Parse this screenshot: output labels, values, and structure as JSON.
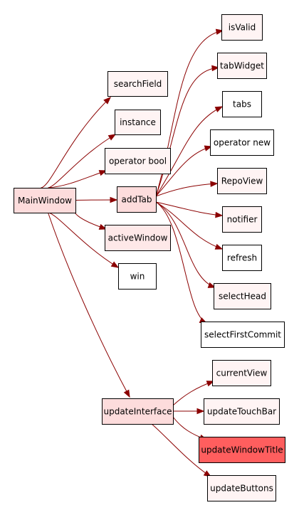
{
  "graph": {
    "edge_color": "#8b0000",
    "node_border_color": "#000000",
    "nodes": [
      {
        "id": "MainWindow",
        "label": "MainWindow",
        "style": "caller"
      },
      {
        "id": "searchField",
        "label": "searchField",
        "style": "light"
      },
      {
        "id": "instance",
        "label": "instance",
        "style": "light"
      },
      {
        "id": "operatorBool",
        "label": "operator bool",
        "style": "light"
      },
      {
        "id": "addTab",
        "label": "addTab",
        "style": "caller"
      },
      {
        "id": "activeWindow",
        "label": "activeWindow",
        "style": "medium"
      },
      {
        "id": "win",
        "label": "win",
        "style": "plain"
      },
      {
        "id": "isValid",
        "label": "isValid",
        "style": "light"
      },
      {
        "id": "tabWidget",
        "label": "tabWidget",
        "style": "light"
      },
      {
        "id": "tabs",
        "label": "tabs",
        "style": "plain"
      },
      {
        "id": "operatorNew",
        "label": "operator new",
        "style": "plain"
      },
      {
        "id": "RepoView",
        "label": "RepoView",
        "style": "light"
      },
      {
        "id": "notifier",
        "label": "notifier",
        "style": "light"
      },
      {
        "id": "refresh",
        "label": "refresh",
        "style": "plain"
      },
      {
        "id": "selectHead",
        "label": "selectHead",
        "style": "light"
      },
      {
        "id": "selectFirstCommit",
        "label": "selectFirstCommit",
        "style": "plain"
      },
      {
        "id": "updateInterface",
        "label": "updateInterface",
        "style": "caller"
      },
      {
        "id": "currentView",
        "label": "currentView",
        "style": "light"
      },
      {
        "id": "updateTouchBar",
        "label": "updateTouchBar",
        "style": "light"
      },
      {
        "id": "updateWindowTitle",
        "label": "updateWindowTitle",
        "style": "focus"
      },
      {
        "id": "updateButtons",
        "label": "updateButtons",
        "style": "light"
      }
    ],
    "edges": [
      {
        "from": "MainWindow",
        "to": "searchField"
      },
      {
        "from": "MainWindow",
        "to": "instance"
      },
      {
        "from": "MainWindow",
        "to": "operatorBool"
      },
      {
        "from": "MainWindow",
        "to": "addTab"
      },
      {
        "from": "MainWindow",
        "to": "activeWindow"
      },
      {
        "from": "MainWindow",
        "to": "win"
      },
      {
        "from": "MainWindow",
        "to": "updateInterface"
      },
      {
        "from": "addTab",
        "to": "isValid"
      },
      {
        "from": "addTab",
        "to": "tabWidget"
      },
      {
        "from": "addTab",
        "to": "tabs"
      },
      {
        "from": "addTab",
        "to": "operatorNew"
      },
      {
        "from": "addTab",
        "to": "RepoView"
      },
      {
        "from": "addTab",
        "to": "notifier"
      },
      {
        "from": "addTab",
        "to": "refresh"
      },
      {
        "from": "addTab",
        "to": "selectHead"
      },
      {
        "from": "addTab",
        "to": "selectFirstCommit"
      },
      {
        "from": "updateInterface",
        "to": "currentView"
      },
      {
        "from": "updateInterface",
        "to": "updateTouchBar"
      },
      {
        "from": "updateInterface",
        "to": "updateWindowTitle"
      },
      {
        "from": "updateInterface",
        "to": "updateButtons"
      }
    ],
    "style_colors": {
      "caller": {
        "fill": "#fddcdc",
        "stroke": "#000000"
      },
      "medium": {
        "fill": "#fee8e8",
        "stroke": "#000000"
      },
      "light": {
        "fill": "#fff4f4",
        "stroke": "#000000"
      },
      "plain": {
        "fill": "#ffffff",
        "stroke": "#000000"
      },
      "focus": {
        "fill": "#ff5e5e",
        "stroke": "#000000"
      }
    }
  }
}
